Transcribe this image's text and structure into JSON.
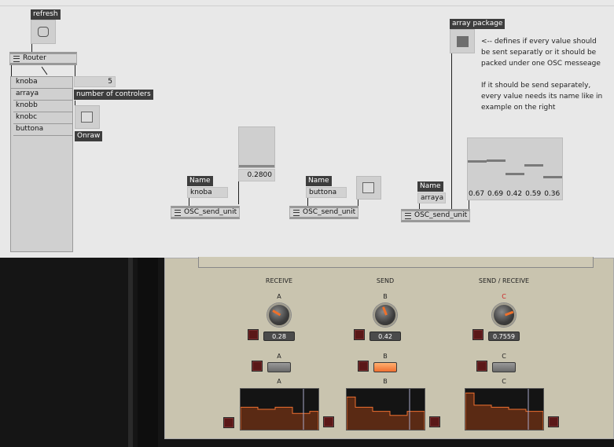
{
  "patcher": {
    "refresh_label": "refresh",
    "router_label": "Router",
    "router_items": [
      "knoba",
      "arraya",
      "knobb",
      "knobc",
      "buttona"
    ],
    "controllers_value": "5",
    "controllers_label": "number of controlers",
    "onraw_label": "Onraw",
    "name_label": "Name",
    "send_unit_label": "OSC_send_unit",
    "unit1": {
      "name": "knoba",
      "value": "0.2800"
    },
    "unit2": {
      "name": "buttona"
    },
    "unit3": {
      "name": "arraya",
      "multislider_values": [
        "0.67",
        "0.69",
        "0.42",
        "0.59",
        "0.36"
      ],
      "levels": [
        0.67,
        0.69,
        0.42,
        0.59,
        0.36
      ]
    },
    "array_package_label": "array package",
    "comment": [
      "<-- defines if every value should",
      "be sent separatly or it should be",
      "packed under one OSC messeage",
      "",
      "If it should be send separately,",
      "every value needs its name like in",
      "example on the right"
    ]
  },
  "device": {
    "sections": [
      {
        "title": "RECEIVE",
        "knob_letter": "A",
        "knob_value": "0.28",
        "knob_level": 0.28,
        "button_letter": "A",
        "button_on": false,
        "slider_letter": "A",
        "letter_color": "#222222"
      },
      {
        "title": "SEND",
        "knob_letter": "B",
        "knob_value": "0.42",
        "knob_level": 0.42,
        "button_letter": "B",
        "button_on": true,
        "slider_letter": "B",
        "letter_color": "#222222"
      },
      {
        "title": "SEND / RECEIVE",
        "knob_letter": "C",
        "knob_value": "0.7559",
        "knob_level": 0.7559,
        "button_letter": "C",
        "button_on": false,
        "slider_letter": "C",
        "letter_color": "#cc2222"
      }
    ],
    "accent_color": "#f07030"
  }
}
